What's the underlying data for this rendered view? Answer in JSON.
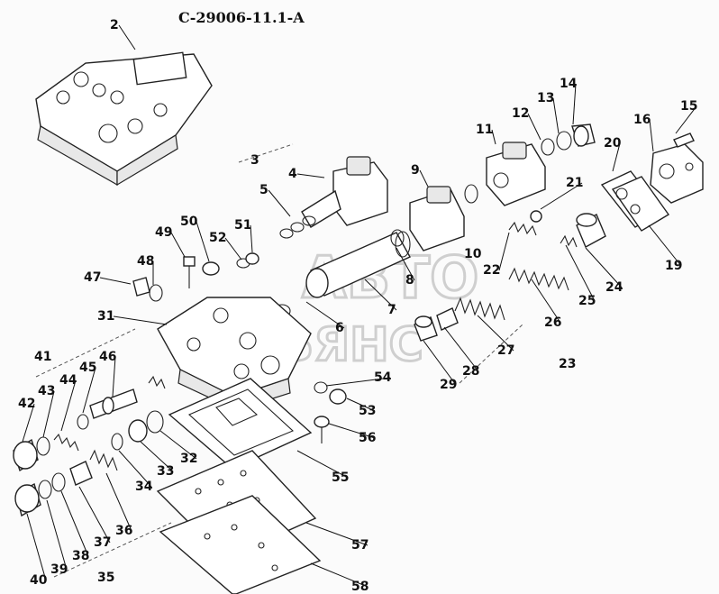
{
  "diagram": {
    "code": "C-29006-11.1-A",
    "watermark_top": "АВТО",
    "watermark_bottom": "АЛЬЯНС",
    "callouts": [
      "2",
      "3",
      "4",
      "5",
      "6",
      "7",
      "8",
      "9",
      "10",
      "11",
      "12",
      "13",
      "14",
      "15",
      "16",
      "19",
      "20",
      "21",
      "22",
      "23",
      "24",
      "25",
      "26",
      "27",
      "28",
      "29",
      "31",
      "32",
      "33",
      "34",
      "35",
      "36",
      "37",
      "38",
      "39",
      "40",
      "41",
      "42",
      "43",
      "44",
      "45",
      "46",
      "47",
      "48",
      "49",
      "50",
      "51",
      "52",
      "53",
      "54",
      "55",
      "56",
      "57",
      "58"
    ]
  }
}
